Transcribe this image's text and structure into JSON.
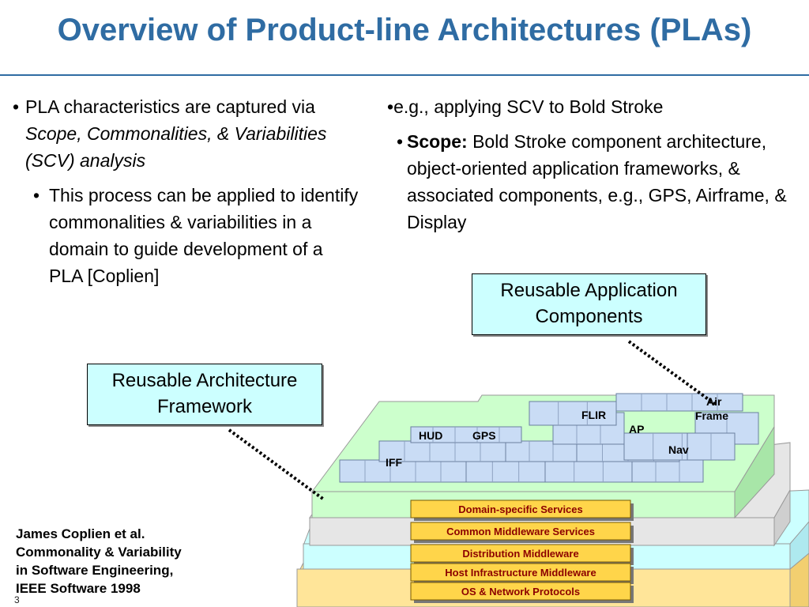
{
  "slide": {
    "title": "Overview of Product-line Architectures (PLAs)",
    "page_number": "3"
  },
  "left": {
    "bullet": "•",
    "point1_pre": "PLA characteristics are captured via ",
    "point1_italic": "Scope, Commonalities, & Variabilities (SCV) analysis",
    "point2": "This process can be applied to identify commonalities & variabilities in a domain to guide development of a PLA [Coplien]"
  },
  "right": {
    "bullet": "•",
    "point1": "e.g., applying SCV to Bold Stroke",
    "scope_label": "Scope:",
    "scope_text": " Bold Stroke component architecture, object-oriented application frameworks, & associated components, e.g., GPS, Airframe, & Display"
  },
  "callouts": {
    "app_components": "Reusable Application Components",
    "arch_framework": "Reusable Architecture Framework"
  },
  "citation": {
    "line1": "James Coplien et al.",
    "line2": "Commonality & Variability",
    "line3": "in Software Engineering,",
    "line4": "IEEE Software 1998"
  },
  "diagram": {
    "components": {
      "iff": "IFF",
      "hud": "HUD",
      "gps": "GPS",
      "flir": "FLIR",
      "ap": "AP",
      "nav": "Nav",
      "air": "Air",
      "frame": "Frame"
    },
    "layers": {
      "domain": "Domain-specific Services",
      "common": "Common Middleware Services",
      "distribution": "Distribution Middleware",
      "host": "Host Infrastructure Middleware",
      "os": "OS & Network Protocols"
    },
    "colors": {
      "component_block": "#c9dcf5",
      "platform_green": "#ccffcc",
      "platform_gray": "#e6e6e6",
      "platform_cyan": "#ccffff",
      "platform_yellow": "#ffe599",
      "layer_box": "#ffd54a",
      "layer_text": "#8b0000"
    }
  }
}
